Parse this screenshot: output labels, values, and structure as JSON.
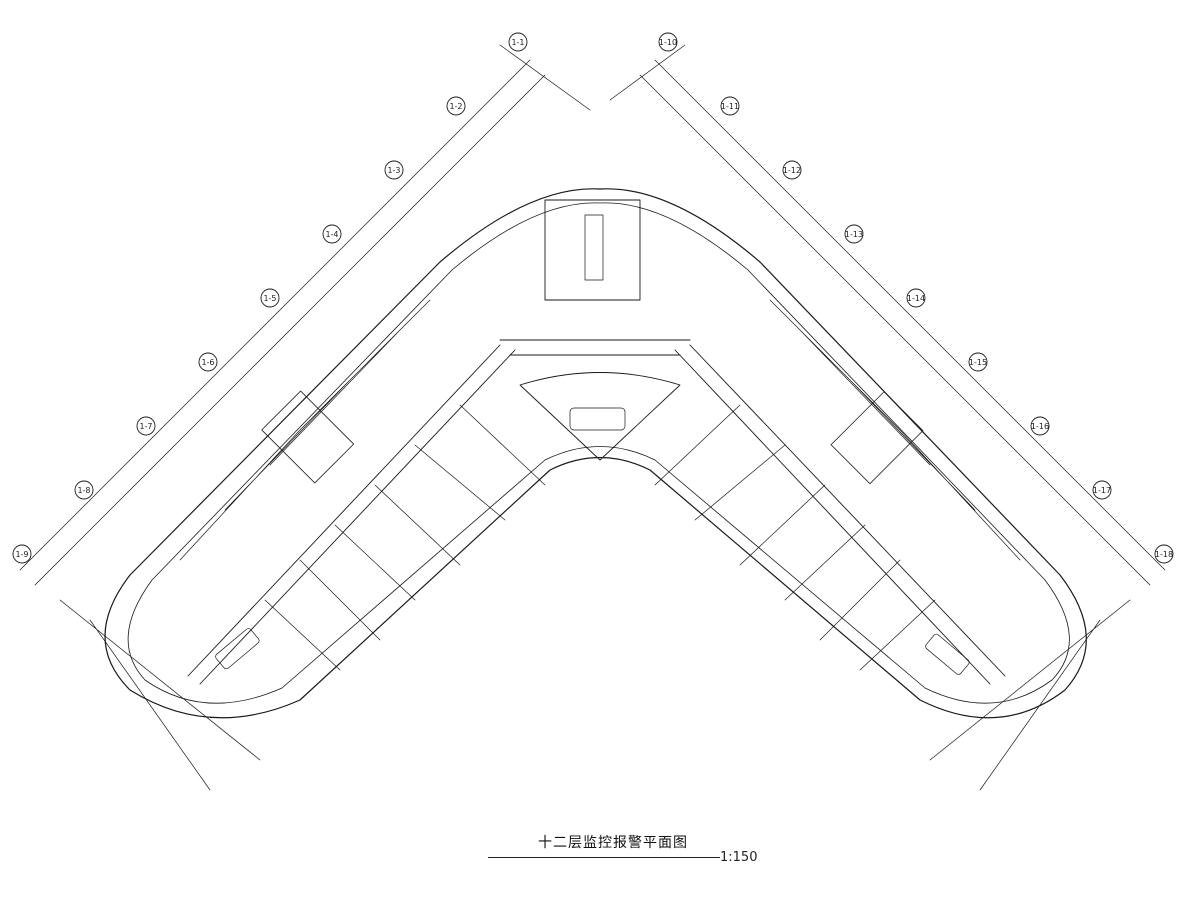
{
  "drawing": {
    "title": "十二层监控报警平面图",
    "scale": "1:150"
  },
  "grid": {
    "left_wing_markers": [
      "1-1",
      "1-2",
      "1-3",
      "1-4",
      "1-5",
      "1-6",
      "1-7",
      "1-8",
      "1-9"
    ],
    "right_wing_markers": [
      "1-10",
      "1-11",
      "1-12",
      "1-13",
      "1-14",
      "1-15",
      "1-16",
      "1-17",
      "1-18"
    ]
  },
  "colors": {
    "line": "#1a1a1a",
    "background": "#ffffff"
  }
}
